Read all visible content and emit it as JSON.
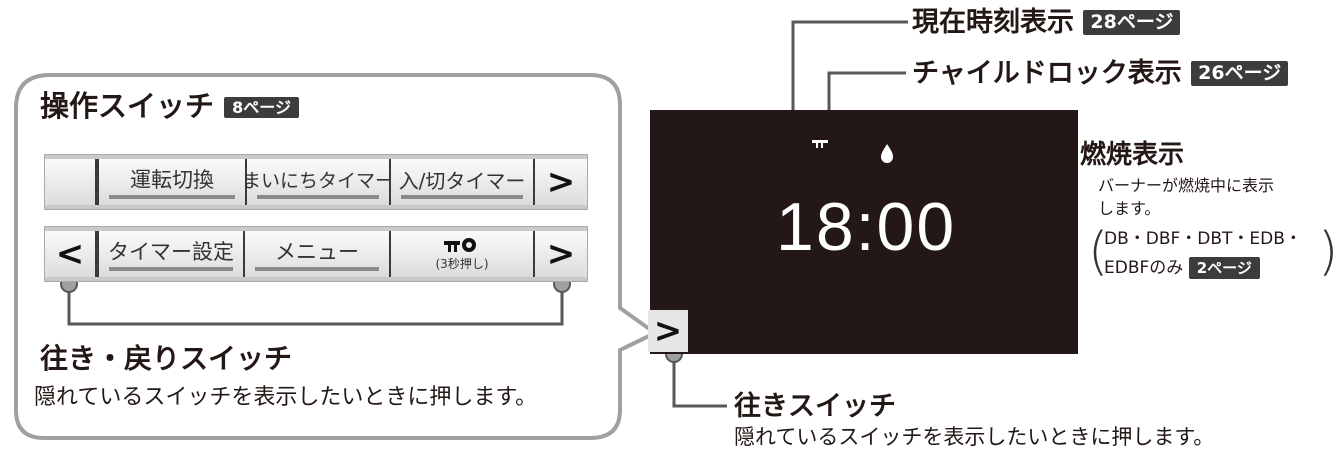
{
  "panel": {
    "title": "操作スイッチ",
    "title_page": "8ページ",
    "row1": {
      "keys": [
        "運転切換",
        "まいにちタイマー",
        "入/切タイマー"
      ],
      "arrow": ">"
    },
    "row2": {
      "left_arrow": "<",
      "keys": [
        "タイマー設定",
        "メニュー"
      ],
      "lock_sub": "(3秒押し)",
      "right_arrow": ">"
    },
    "nav_switch_title": "往き・戻りスイッチ",
    "nav_switch_desc": "隠れているスイッチを表示したいときに押します。"
  },
  "display": {
    "time": "18:00",
    "forward_arrow": ">"
  },
  "labels": {
    "clock": {
      "text": "現在時刻表示",
      "page": "28ページ"
    },
    "child_lock": {
      "text": "チャイルドロック表示",
      "page": "26ページ"
    },
    "combustion": {
      "text": "燃焼表示",
      "desc_line1": "バーナーが燃焼中に表示",
      "desc_line2": "します。",
      "models_line1": "DB・DBF・DBT・EDB・",
      "models_line2": "EDBFのみ",
      "page": "2ページ"
    },
    "forward_switch": {
      "title": "往きスイッチ",
      "desc": "隠れているスイッチを表示したいときに押します。"
    }
  },
  "colors": {
    "screen": "#231815",
    "leader": "#595757",
    "tag": "#3c3c3c"
  }
}
